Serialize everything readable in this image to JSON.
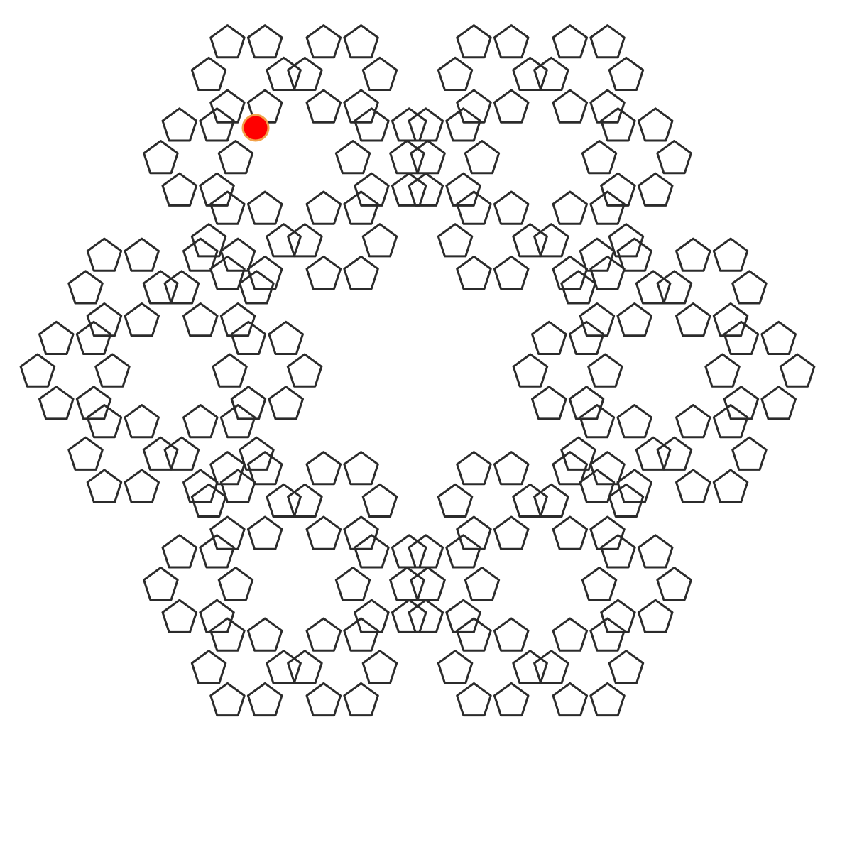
{
  "figure": {
    "motif": "pentagon",
    "levels": 4,
    "branches_per_level": 6,
    "stroke_color": "#2b2b2b",
    "background_color": "#ffffff"
  },
  "marker": {
    "shape": "circle",
    "fill_color": "#ff0000",
    "ring_color": "#f2a24a"
  }
}
